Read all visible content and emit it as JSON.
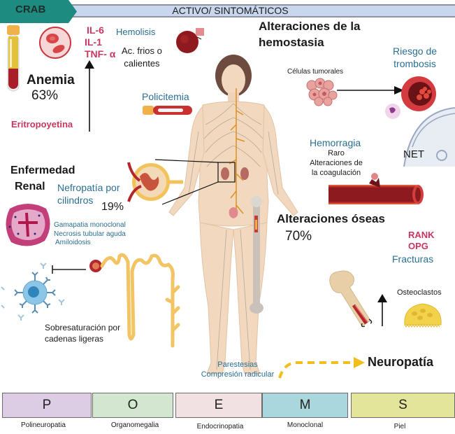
{
  "header": {
    "crab_label": "CRAB",
    "band_title": "ACTIVO/ SINTOMÁTICOS",
    "colors": {
      "crab": "#1e8b80",
      "band": "#c9d7ee",
      "band_border": "#8d93a3"
    }
  },
  "anemia": {
    "title": "Anemia",
    "percent": "63%",
    "cytokines": [
      "IL-6",
      "IL-1",
      "TNF- α"
    ],
    "eritropoyetina": "Eritropoyetina",
    "hemolisis": "Hemolisis",
    "hemolisis_detail": [
      "Ac. frios o",
      "calientes"
    ],
    "policitemia": "Policitemia"
  },
  "hemostasia": {
    "title": [
      "Alteraciones de la",
      "hemostasia"
    ],
    "celulas_tumorales": "Células tumorales",
    "riesgo": [
      "Riesgo de",
      "trombosis"
    ],
    "net": "NET",
    "hemorragia": "Hemorragia",
    "hemorragia_detail": [
      "Raro",
      "Alteraciones de",
      "la coagulación"
    ]
  },
  "renal": {
    "title": [
      "Enfermedad",
      "Renal"
    ],
    "nefropatia": [
      "Nefropatía por",
      "cilindros"
    ],
    "percent": "19%",
    "causes": [
      "Gamapatia monoclonal",
      "Necrosis tubular aguda",
      "Amiloidosis"
    ],
    "sobresaturacion": [
      "Sobresaturación por",
      "cadenas ligeras"
    ]
  },
  "oseas": {
    "title": "Alteraciones  óseas",
    "percent": "70%",
    "markers": [
      "RANK",
      "OPG"
    ],
    "fracturas": "Fracturas",
    "osteoclastos": "Osteoclastos"
  },
  "neuropatia": {
    "title": "Neuropatía",
    "detail": [
      "Parestesias",
      "Compresión radicular"
    ]
  },
  "poems": [
    {
      "letter": "P",
      "label": "Polineuropatia",
      "color": "#dccde4"
    },
    {
      "letter": "O",
      "label": "Organomegalia",
      "color": "#d3e6cf"
    },
    {
      "letter": "E",
      "label": "Endocrinopatia",
      "color": "#f1e1e3"
    },
    {
      "letter": "M",
      "label": "Monoclonal",
      "color": "#a9d7dd"
    },
    {
      "letter": "S",
      "label": "Piel",
      "color": "#e2e59a"
    }
  ]
}
